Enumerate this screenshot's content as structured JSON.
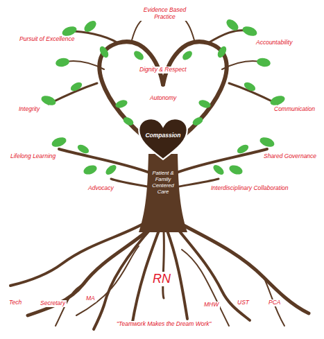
{
  "diagram": {
    "nodes": [
      {
        "text": [
          "Compassion"
        ]
      }
    ],
    "labels": [
      "Evidence Based Practice",
      "Pursuit of Excellence",
      "Accountability",
      "Dignity & Respect",
      "Autonomy",
      "Integrity",
      "Communication",
      "Lifelong Learning",
      "Shared Governance",
      "Advocacy",
      "Interdisciplinary Collaboration",
      "Patient & Family Centered Care",
      "RN",
      "Tech",
      "Secretary",
      "MA",
      "\"Teamwork Makes the Dream Work\"",
      "MHW",
      "UST",
      "PCA"
    ]
  }
}
